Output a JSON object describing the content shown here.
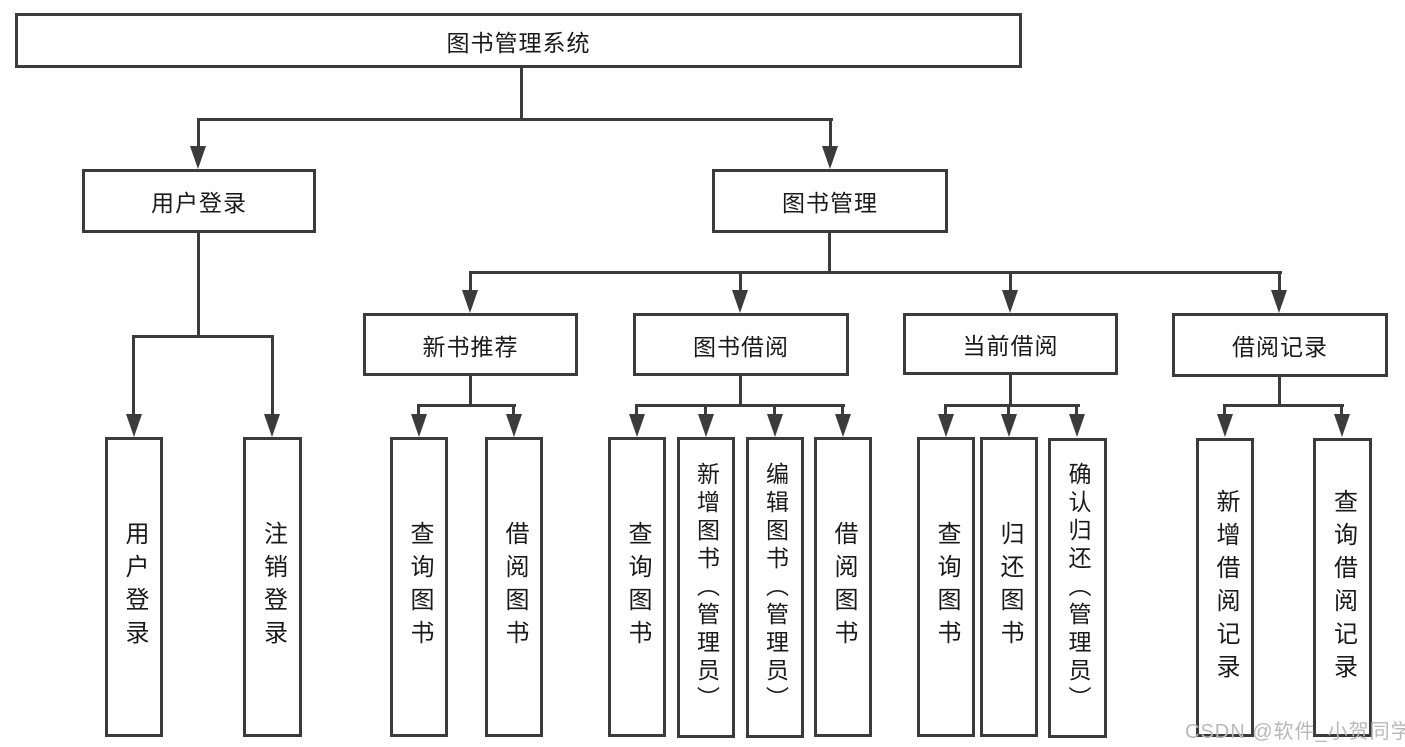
{
  "diagram_type": "hierarchy-tree",
  "tree": {
    "label": "图书管理系统",
    "children": [
      {
        "label": "用户登录",
        "children": [
          {
            "label": "用户登录"
          },
          {
            "label": "注销登录"
          }
        ]
      },
      {
        "label": "图书管理",
        "children": [
          {
            "label": "新书推荐",
            "children": [
              {
                "label": "查询图书"
              },
              {
                "label": "借阅图书"
              }
            ]
          },
          {
            "label": "图书借阅",
            "children": [
              {
                "label": "查询图书"
              },
              {
                "label": "新增图书（管理员）"
              },
              {
                "label": "编辑图书（管理员）"
              },
              {
                "label": "借阅图书"
              }
            ]
          },
          {
            "label": "当前借阅",
            "children": [
              {
                "label": "查询图书"
              },
              {
                "label": "归还图书"
              },
              {
                "label": "确认归还（管理员）"
              }
            ]
          },
          {
            "label": "借阅记录",
            "children": [
              {
                "label": "新增借阅记录"
              },
              {
                "label": "查询借阅记录"
              }
            ]
          }
        ]
      }
    ]
  },
  "watermark": {
    "text": "CSDN @软件_小贺同学"
  },
  "colors": {
    "background": "#ffffff",
    "line": "#3b3b3b",
    "text": "#1a1a1a",
    "watermark": "#b9b9b9"
  }
}
